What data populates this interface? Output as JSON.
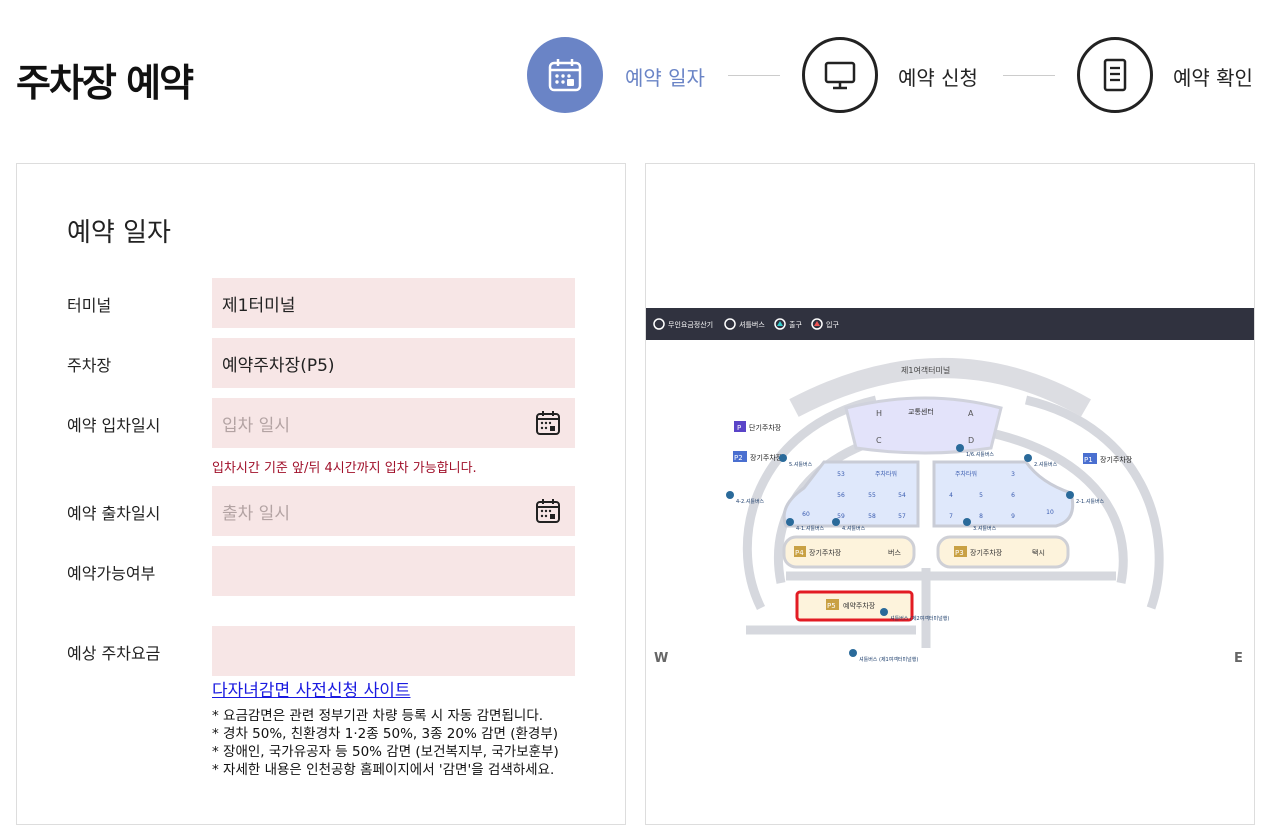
{
  "page_title": "주차장 예약",
  "steps": [
    {
      "label": "예약 일자",
      "icon": "calendar-icon",
      "active": true
    },
    {
      "label": "예약 신청",
      "icon": "monitor-icon",
      "active": false
    },
    {
      "label": "예약 확인",
      "icon": "document-icon",
      "active": false
    }
  ],
  "colors": {
    "accent": "#6a84c6",
    "input_bg": "#f7e6e6",
    "hint": "#a0102a",
    "link": "#1b1be0",
    "legend_bar": "#30323f"
  },
  "form": {
    "section_title": "예약 일자",
    "terminal": {
      "label": "터미널",
      "value": "제1터미널"
    },
    "parking": {
      "label": "주차장",
      "value": "예약주차장(P5)"
    },
    "entry": {
      "label": "예약 입차일시",
      "placeholder": "입차 일시",
      "hint": "입차시간 기준 앞/뒤 4시간까지 입차 가능합니다."
    },
    "exit": {
      "label": "예약 출차일시",
      "placeholder": "출차 일시"
    },
    "availability": {
      "label": "예약가능여부",
      "value": ""
    },
    "fee": {
      "label": "예상 주차요금",
      "value": ""
    },
    "discount_link": "다자녀감면 사전신청 사이트",
    "notes": [
      "* 요금감면은 관련 정부기관 차량 등록 시 자동 감면됩니다.",
      "* 경차 50%, 친환경차 1·2종 50%, 3종 20% 감면 (환경부)",
      "* 장애인, 국가유공자 등 50% 감면 (보건복지부, 국가보훈부)",
      "* 자세한 내용은 인천공항 홈페이지에서 '감면'을 검색하세요."
    ]
  },
  "map": {
    "legend": [
      "무인요금정산기",
      "셔틀버스",
      "출구",
      "입구"
    ],
    "terminal": "제1여객터미널",
    "transport_center": "교통센터",
    "gates": [
      "H",
      "A",
      "C",
      "D"
    ],
    "short_term": {
      "badge": "P",
      "label": "단기주차장"
    },
    "p1": {
      "badge": "P1",
      "label": "장기주차장"
    },
    "p2": {
      "badge": "P2",
      "label": "장기주차장"
    },
    "p3": {
      "badge": "P3",
      "label": "장기주차장",
      "side": "택시"
    },
    "p4": {
      "badge": "P4",
      "label": "장기주차장",
      "side": "버스"
    },
    "p5": {
      "badge": "P5",
      "label": "예약주차장"
    },
    "left_zones": [
      "53",
      "주차타워",
      "56",
      "55",
      "54",
      "60",
      "59",
      "58",
      "57"
    ],
    "right_zones": [
      "주차타워",
      "3",
      "4",
      "5",
      "6",
      "7",
      "8",
      "9",
      "10"
    ],
    "shuttles": [
      "5.셔틀버스",
      "1/6.셔틀버스",
      "2.셔틀버스",
      "4-2.셔틀버스",
      "2-1.셔틀버스",
      "4-1.셔틀버스",
      "4.셔틀버스",
      "3.셔틀버스",
      "셔틀버스 (제2여객터미널행)",
      "셔틀버스 (제1여객터미널행)"
    ],
    "west": "W",
    "east": "E"
  }
}
